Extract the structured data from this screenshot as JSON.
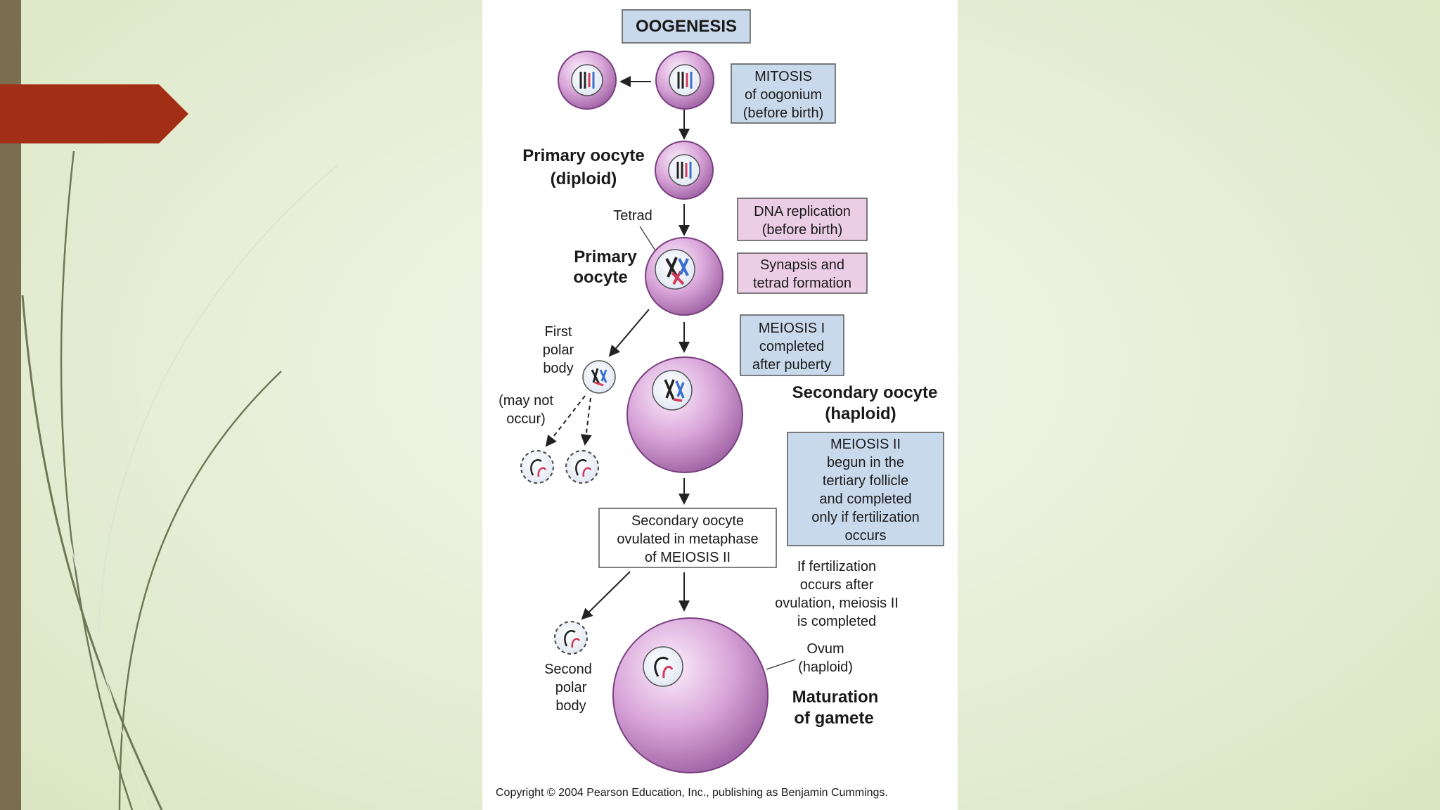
{
  "title": "OOGENESIS",
  "labels": {
    "primary_oocyte_diploid_1": "Primary oocyte",
    "primary_oocyte_diploid_2": "(diploid)",
    "tetrad": "Tetrad",
    "primary_oocyte_1": "Primary",
    "primary_oocyte_2": "oocyte",
    "first_polar_body_1": "First",
    "first_polar_body_2": "polar",
    "first_polar_body_3": "body",
    "may_not_occur_1": "(may not",
    "may_not_occur_2": "occur)",
    "secondary_oocyte_1": "Secondary oocyte",
    "secondary_oocyte_2": "(haploid)",
    "second_polar_body_1": "Second",
    "second_polar_body_2": "polar",
    "second_polar_body_3": "body",
    "ovum_1": "Ovum",
    "ovum_2": "(haploid)",
    "maturation_1": "Maturation",
    "maturation_2": "of gamete",
    "fertilization_1": "If fertilization",
    "fertilization_2": "occurs after",
    "fertilization_3": "ovulation, meiosis II",
    "fertilization_4": "is completed"
  },
  "boxes": {
    "mitosis": [
      "MITOSIS",
      "of oogonium",
      "(before birth)"
    ],
    "dna_replication": [
      "DNA replication",
      "(before birth)"
    ],
    "synapsis": [
      "Synapsis and",
      "tetrad formation"
    ],
    "meiosis1": [
      "MEIOSIS I",
      "completed",
      "after puberty"
    ],
    "meiosis2": [
      "MEIOSIS II",
      "begun in the",
      "tertiary follicle",
      "and completed",
      "only if fertilization",
      "occurs"
    ],
    "ovulated": [
      "Secondary oocyte",
      "ovulated in metaphase",
      "of MEIOSIS II"
    ]
  },
  "copyright": "Copyright © 2004 Pearson Education, Inc., publishing as Benjamin Cummings.",
  "colors": {
    "slide_accent": "#a32e16",
    "slide_bar": "#7a6e4f",
    "cell_pink": "#c58ec5",
    "blue_box": "#c9d9ec",
    "pink_box": "#eccde6"
  }
}
